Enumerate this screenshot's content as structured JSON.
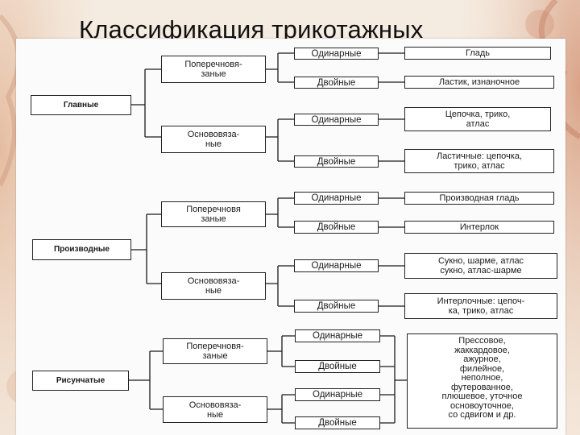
{
  "title": "Классификация трикотажных",
  "groups": [
    {
      "name": "Главные",
      "subgroups": [
        {
          "name": "Поперечновя-\nзаные",
          "types": [
            {
              "name": "Одинарные",
              "result": "Гладь"
            },
            {
              "name": "Двойные",
              "result": "Ластик, изнаночное"
            }
          ]
        },
        {
          "name": "Основовяза-\nные",
          "types": [
            {
              "name": "Одинарные",
              "result": "Цепочка, трико,\nатлас"
            },
            {
              "name": "Двойные",
              "result": "Ластичные: цепочка,\nтрико, атлас"
            }
          ]
        }
      ]
    },
    {
      "name": "Производные",
      "subgroups": [
        {
          "name": "Поперечновя\nзаные",
          "types": [
            {
              "name": "Одинарные",
              "result": "Производная гладь"
            },
            {
              "name": "Двойные",
              "result": "Интерлок"
            }
          ]
        },
        {
          "name": "Основовяза-\nные",
          "types": [
            {
              "name": "Одинарные",
              "result": "Сукно, шарме, атлас\nсукно, атлас-шарме"
            },
            {
              "name": "Двойные",
              "result": "Интерлочные: цепоч-\nка, трико, атлас"
            }
          ]
        }
      ]
    },
    {
      "name": "Рисунчатые",
      "subgroups": [
        {
          "name": "Поперечновя-\nзаные",
          "types": [
            {
              "name": "Одинарные"
            },
            {
              "name": "Двойные"
            }
          ]
        },
        {
          "name": "Основовяза-\nные",
          "types": [
            {
              "name": "Одинарные"
            },
            {
              "name": "Двойные"
            }
          ]
        }
      ]
    }
  ],
  "patterned_result": "Прессовое,\nжаккардовое,\nажурное,\nфилейное,\nнеполное,\nфутерованное,\nплюшевое, уточное\nосновоуточное,\nсо сдвигом и др."
}
